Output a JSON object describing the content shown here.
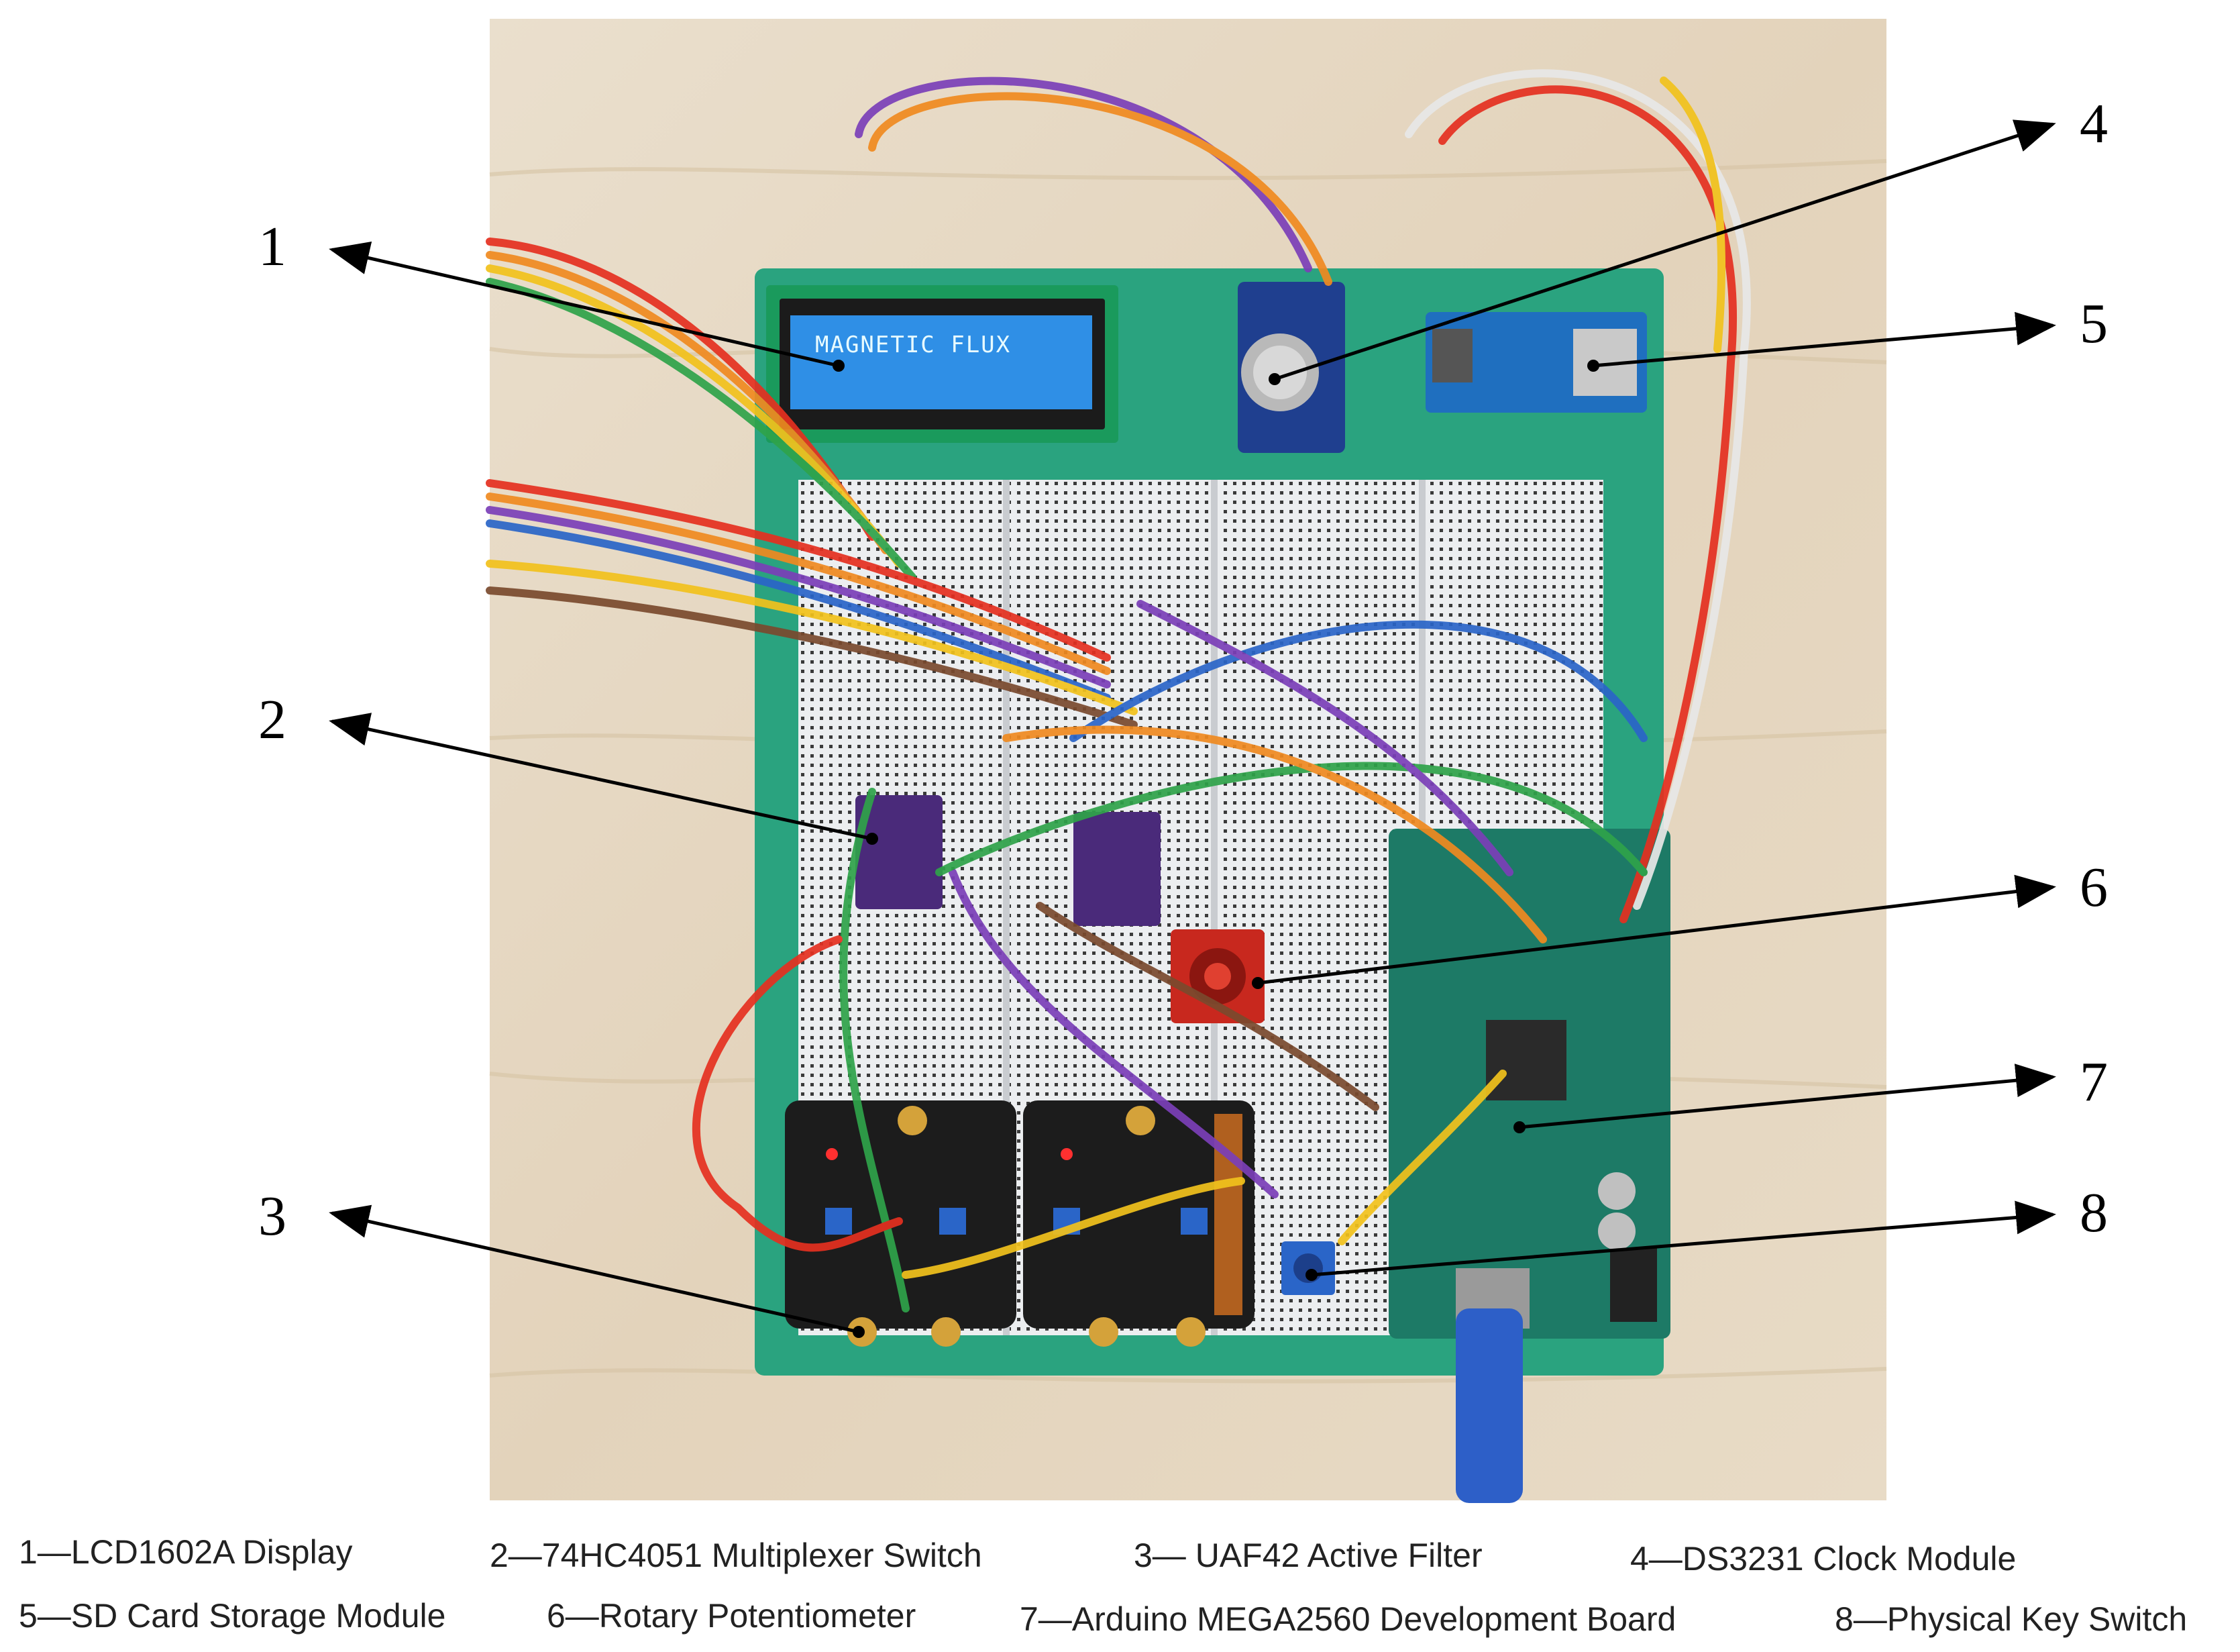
{
  "photo": {
    "lcd_text": "MAGNETIC FLUX"
  },
  "callouts": [
    {
      "number": "1"
    },
    {
      "number": "2"
    },
    {
      "number": "3"
    },
    {
      "number": "4"
    },
    {
      "number": "5"
    },
    {
      "number": "6"
    },
    {
      "number": "7"
    },
    {
      "number": "8"
    }
  ],
  "legend": [
    "1—LCD1602A Display",
    "2—74HC4051 Multiplexer Switch",
    "3— UAF42 Active Filter",
    "4—DS3231 Clock Module",
    "5—SD Card Storage Module",
    "6—Rotary Potentiometer",
    "7—Arduino MEGA2560 Development Board",
    "8—Physical Key Switch"
  ],
  "colors": {
    "table": "#e6d8c3",
    "baseplate": "#2aa37f",
    "breadboard": "#eceef0",
    "lcd_screen": "#2f8fe6",
    "arduino": "#1d7a66",
    "filter_board": "#1c1c1c",
    "mux_board": "#4a2a7a",
    "sd_board": "#1f6fbf",
    "pot_board": "#c8281e"
  }
}
